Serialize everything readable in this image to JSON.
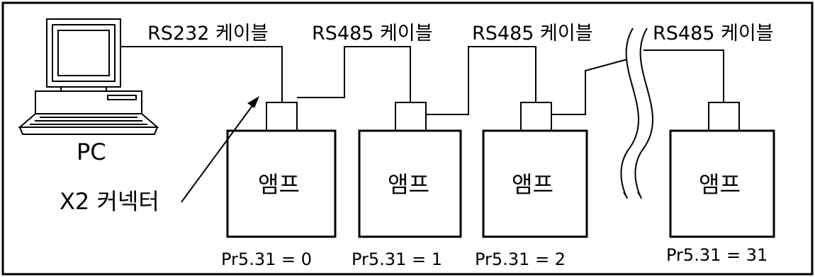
{
  "pc_label": "PC",
  "connector_label": "X2 커넥터",
  "cables": {
    "rs232": "RS232 케이블",
    "rs485_1": "RS485 케이블",
    "rs485_2": "RS485 케이블",
    "rs485_3": "RS485 케이블"
  },
  "amps": [
    {
      "label": "앰프",
      "param": "Pr5.31 = 0"
    },
    {
      "label": "앰프",
      "param": "Pr5.31 = 1"
    },
    {
      "label": "앰프",
      "param": "Pr5.31 = 2"
    },
    {
      "label": "앰프",
      "param": "Pr5.31 = 31"
    }
  ]
}
